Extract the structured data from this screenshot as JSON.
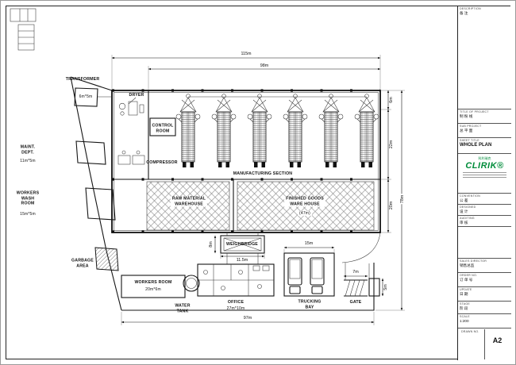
{
  "colors": {
    "brand_green": "#008c3a",
    "line": "#151515",
    "paper": "#ffffff"
  },
  "plan": {
    "rooms": {
      "transformer": {
        "label": "TRANSFORMER",
        "size": "6m*5m"
      },
      "dryer": {
        "label": "DRYER"
      },
      "control_room": {
        "label": "CONTROL\nROOM"
      },
      "maint_dept": {
        "label": "MAINT.\nDEPT.",
        "size": "11m*5m"
      },
      "compressor": {
        "label": "COMPRESSOR"
      },
      "workers_wash_room": {
        "label": "WORKERS\nWASH\nROOM",
        "size": "15m*5m"
      },
      "garbage_area": {
        "label": "GARBAGE\nAREA"
      },
      "workers_room": {
        "label": "WORKERS ROOM",
        "size": "20m*6m"
      },
      "water_tank": {
        "label": "WATER\nTANK"
      },
      "office": {
        "label": "OFFICE",
        "size": "27m*10m"
      },
      "trucking_bay": {
        "label": "TRUCKING\nBAY"
      },
      "gate": {
        "label": "GATE"
      },
      "weighbridge": {
        "label": "WEIGHBRIDGE"
      },
      "manufacturing_section": {
        "label": "MANUFACTURING SECTION"
      },
      "raw_material_warehouse": {
        "label": "RAW MATERIAL\nWAREHOUSE"
      },
      "finished_goods_warehouse": {
        "label": "FINISHED GOODS\nWARE HOUSE",
        "inner_dim": "(47m)"
      }
    },
    "dimensions": {
      "overall_width": "115m",
      "hall_width": "98m",
      "site_bottom_width": "97m",
      "overall_depth": "78m",
      "bay_depth": "6m",
      "machine_hall_depth": "22m",
      "warehouse_depth": "20m",
      "weighbridge_depth": "8m",
      "weighbridge_width": "11.5m",
      "trucking_bay_width": "15m",
      "gate_width": "7m",
      "gate_depth": "5m"
    }
  },
  "titleblock": {
    "description_label": "DESCRIPTION",
    "description_note": "备 注",
    "project_label": "TITLE OF PROJECT",
    "project_value": "制 粉 线",
    "sub_project_label": "SUB PROJECT",
    "sub_project_value": "总 平 面",
    "sheet_title_label": "SHEET TITLE",
    "sheet_title_value": "WHOLE PLAN",
    "brand": "CLIRIK®",
    "brand_cn": "科利瑞克",
    "convention_label": "CONVENTION",
    "convention_value": "公 差",
    "designed_label": "DESIGNED",
    "designed_value": "设 计",
    "auditing_label": "AUDITING",
    "auditing_value": "审 核",
    "sales_director_label": "SALES DIRECTOR",
    "sales_director_value": "销售总监",
    "order_no_label": "ORDER NO.",
    "order_no_value": "订 单 号",
    "update_label": "UPDATE",
    "update_value": "日 期",
    "stage_label": "STAGE",
    "stage_value": "阶 段",
    "scale_label": "SCALE",
    "scale_value": "1:200",
    "drawn_no_label": "DRAWN NO.",
    "paper_size": "A2"
  }
}
